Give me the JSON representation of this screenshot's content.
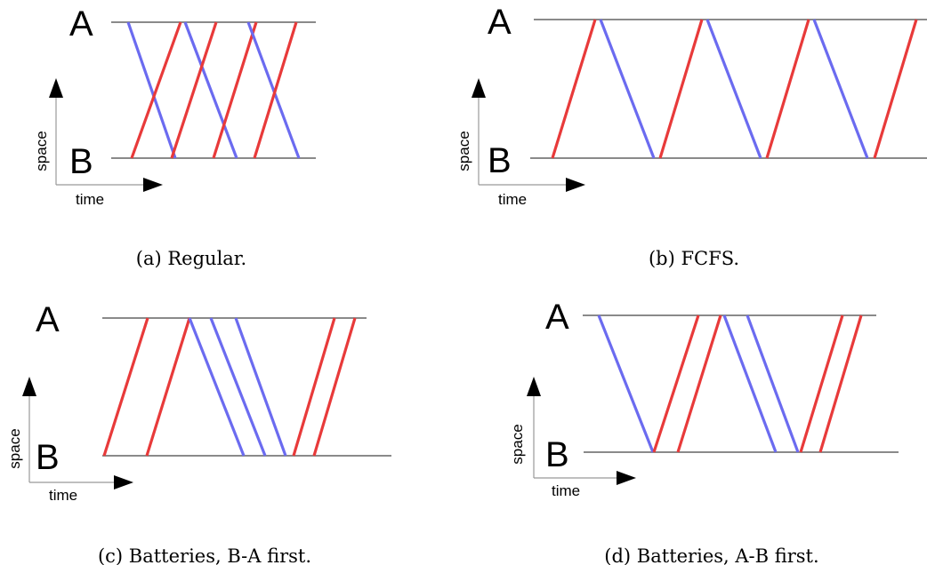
{
  "labels": {
    "a": "A",
    "b": "B",
    "space": "space",
    "time": "time"
  },
  "colors": {
    "a_to_b": "#e83a3a",
    "b_to_a": "#6b6bf0",
    "station": "#8a8a8a",
    "axis": "#000000"
  },
  "panels": [
    {
      "id": "a",
      "caption": "(a) Regular."
    },
    {
      "id": "b",
      "caption": "(b) FCFS."
    },
    {
      "id": "c",
      "caption": "(c) Batteries, B-A first."
    },
    {
      "id": "d",
      "caption": "(d) Batteries, A-B first."
    }
  ]
}
